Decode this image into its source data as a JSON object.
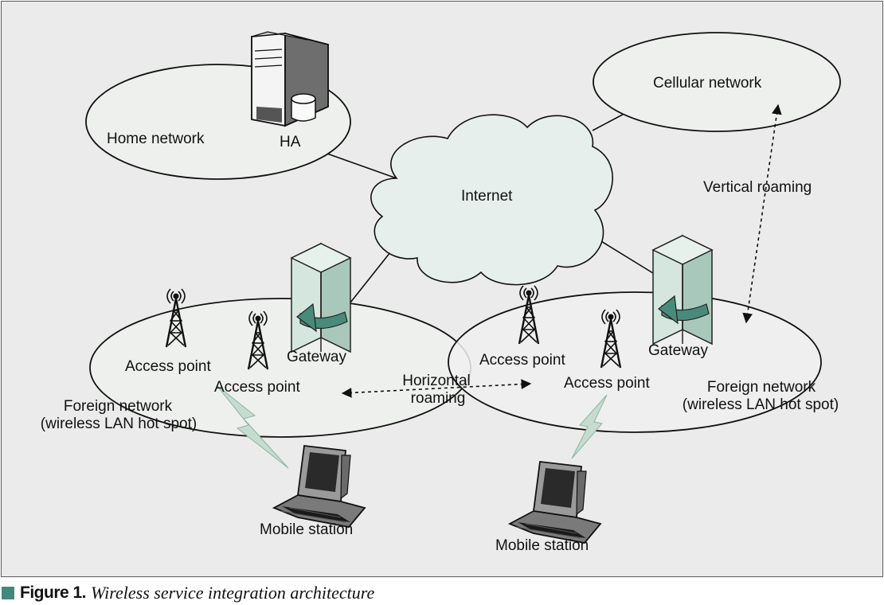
{
  "diagram": {
    "home_network": "Home network",
    "ha": "HA",
    "cellular_network": "Cellular network",
    "internet": "Internet",
    "vertical_roaming": "Vertical roaming",
    "horizontal_roaming_line1": "Horizontal",
    "horizontal_roaming_line2": "roaming",
    "left": {
      "gateway": "Gateway",
      "access_point_1": "Access point",
      "access_point_2": "Access point",
      "foreign_network_line1": "Foreign network",
      "foreign_network_line2": "(wireless LAN hot spot)",
      "mobile_station": "Mobile station"
    },
    "right": {
      "gateway": "Gateway",
      "access_point_1": "Access point",
      "access_point_2": "Access point",
      "foreign_network_line1": "Foreign network",
      "foreign_network_line2": "(wireless LAN hot spot)",
      "mobile_station": "Mobile station"
    }
  },
  "caption": {
    "label": "Figure 1.",
    "text": "Wireless service integration architecture",
    "square_color": "#3f8a7c"
  },
  "colors": {
    "background": "#ebebeb",
    "ellipse_fill": "#eef0ee",
    "cloud_fill": "#e6efec",
    "gateway_green": "#c9ddd5",
    "gateway_arrow": "#4a8a7a",
    "lightning": "#c5dccf"
  }
}
